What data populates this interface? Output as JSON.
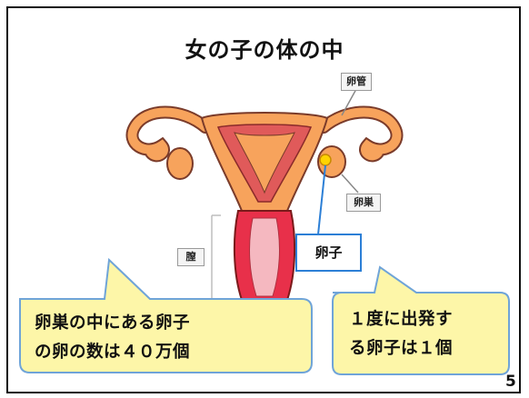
{
  "slide": {
    "title": "女の子の体の中",
    "page_number": "5"
  },
  "labels": {
    "fallopian_tube": "卵管",
    "ovary": "卵巣",
    "vagina": "膣",
    "egg": "卵子"
  },
  "callouts": {
    "left_line1": "卵巣の中にある卵子",
    "left_line2": "の卵の数は４０万個",
    "right_line1": "１度に出発す",
    "right_line2": "る卵子は１個"
  },
  "colors": {
    "callout_fill": "#fdf6a8",
    "callout_border": "#6fa4d8",
    "uterus_outer": "#f7a35c",
    "uterus_inner": "#e05a5a",
    "egg_line": "#2c7fd6"
  }
}
